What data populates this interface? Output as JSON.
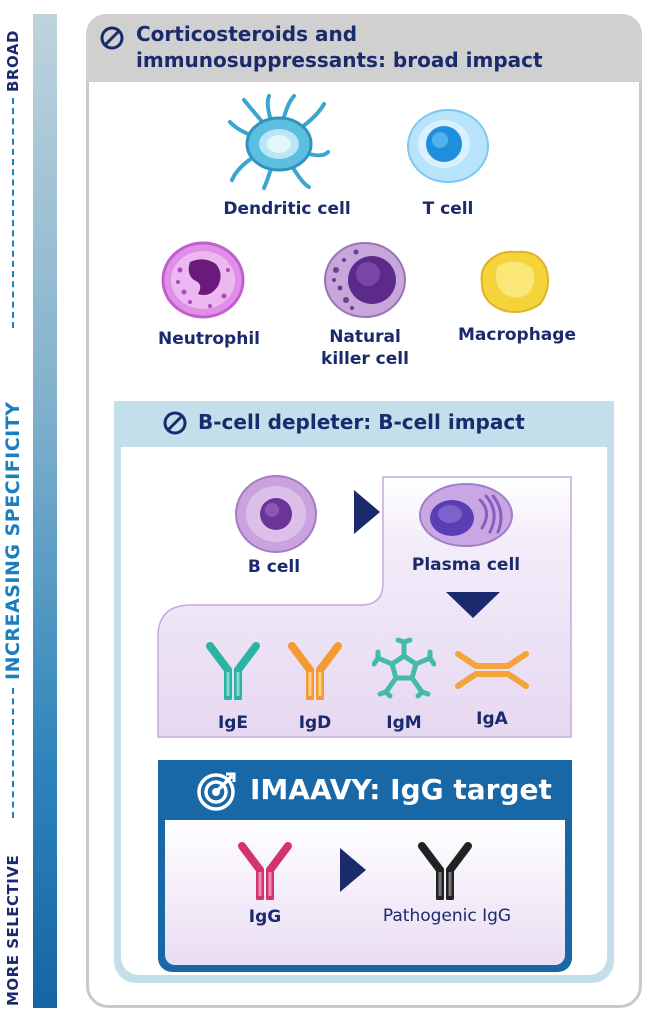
{
  "axis": {
    "top_label": "BROAD",
    "middle_label": "INCREASING SPECIFICITY",
    "bottom_label": "MORE SELECTIVE"
  },
  "broad": {
    "title_line1": "Corticosteroids and",
    "title_line2": "immunosuppressants: broad impact",
    "cells": {
      "dendritic": "Dendritic cell",
      "t_cell": "T cell",
      "neutrophil": "Neutrophil",
      "nk": "Natural\nkiller cell",
      "macrophage": "Macrophage"
    }
  },
  "bcell_depleter": {
    "title": "B-cell depleter: B-cell impact",
    "b_cell": "B cell",
    "plasma_cell": "Plasma cell",
    "antibodies": {
      "ige": "IgE",
      "igd": "IgD",
      "igm": "IgM",
      "iga": "IgA"
    }
  },
  "imaavy": {
    "title": "IMAAVY: IgG target",
    "igg": "IgG",
    "pathogenic": "Pathogenic IgG"
  },
  "colors": {
    "navy": "#1a2a6c",
    "blue": "#1868a8",
    "light_blue": "#c3dfeb",
    "gray_header": "#d0d0d0",
    "lavender": "#eadff4"
  }
}
